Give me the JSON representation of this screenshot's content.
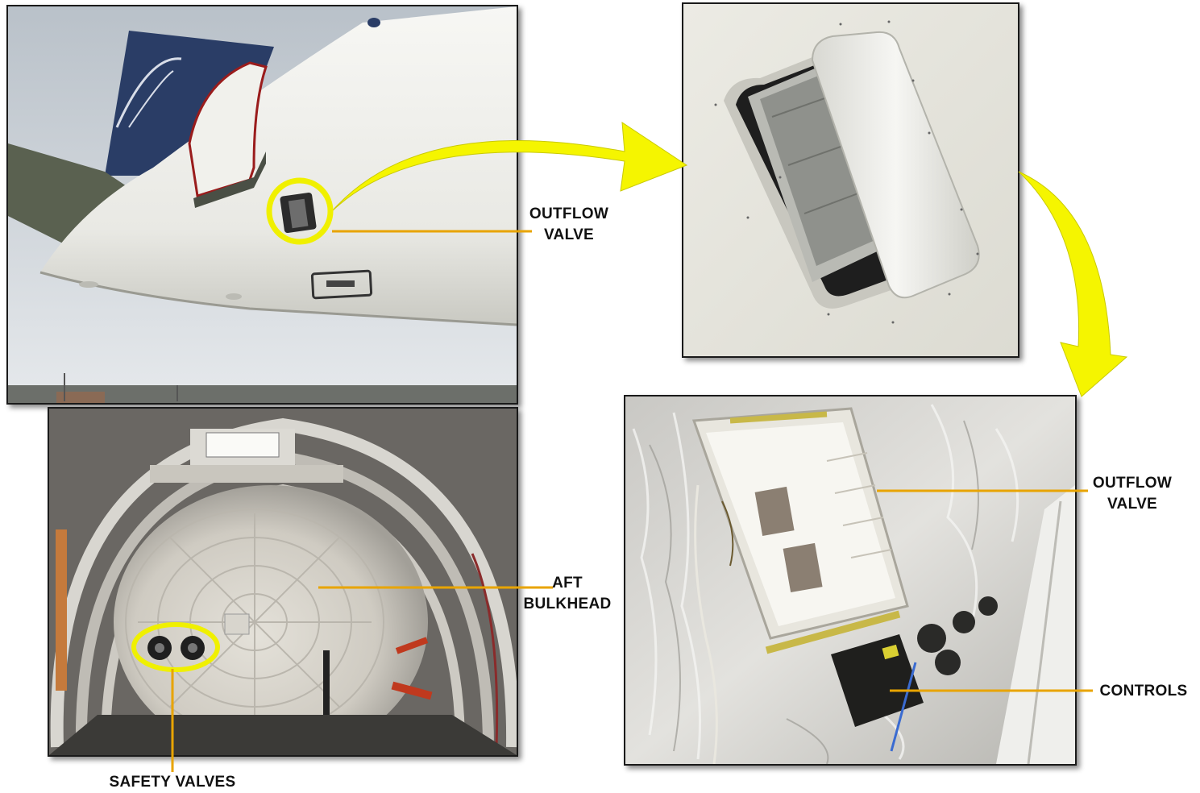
{
  "labels": {
    "outflow_valve_top": [
      "OUTFLOW",
      "VALVE"
    ],
    "outflow_valve_right": [
      "OUTFLOW",
      "VALVE"
    ],
    "aft_bulkhead": [
      "AFT",
      "BULKHEAD"
    ],
    "controls": "CONTROLS",
    "safety_valves": "SAFETY VALVES"
  },
  "colors": {
    "arrow_fill": "#f5f500",
    "callout_circle": "#f0f000",
    "leader_line": "#e8a400",
    "panel_border": "#1a1a1a"
  }
}
